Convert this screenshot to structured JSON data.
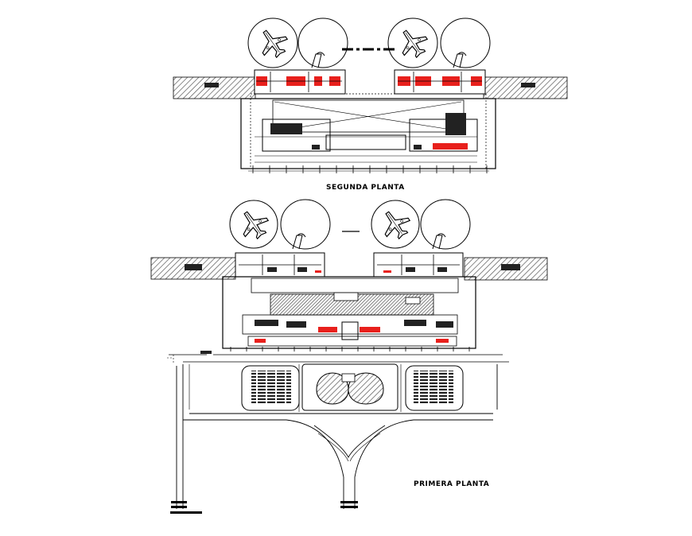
{
  "drawing": {
    "plans": [
      {
        "id": "segunda",
        "title": "SEGUNDA PLANTA"
      },
      {
        "id": "primera",
        "title": "PRIMERA PLANTA"
      }
    ],
    "colors": {
      "line": "#000000",
      "hatch": "#444444",
      "accent": "#e8201c",
      "background": "#ffffff"
    },
    "icons": [
      "airplane-icon",
      "aircraft-turning-circle"
    ]
  }
}
